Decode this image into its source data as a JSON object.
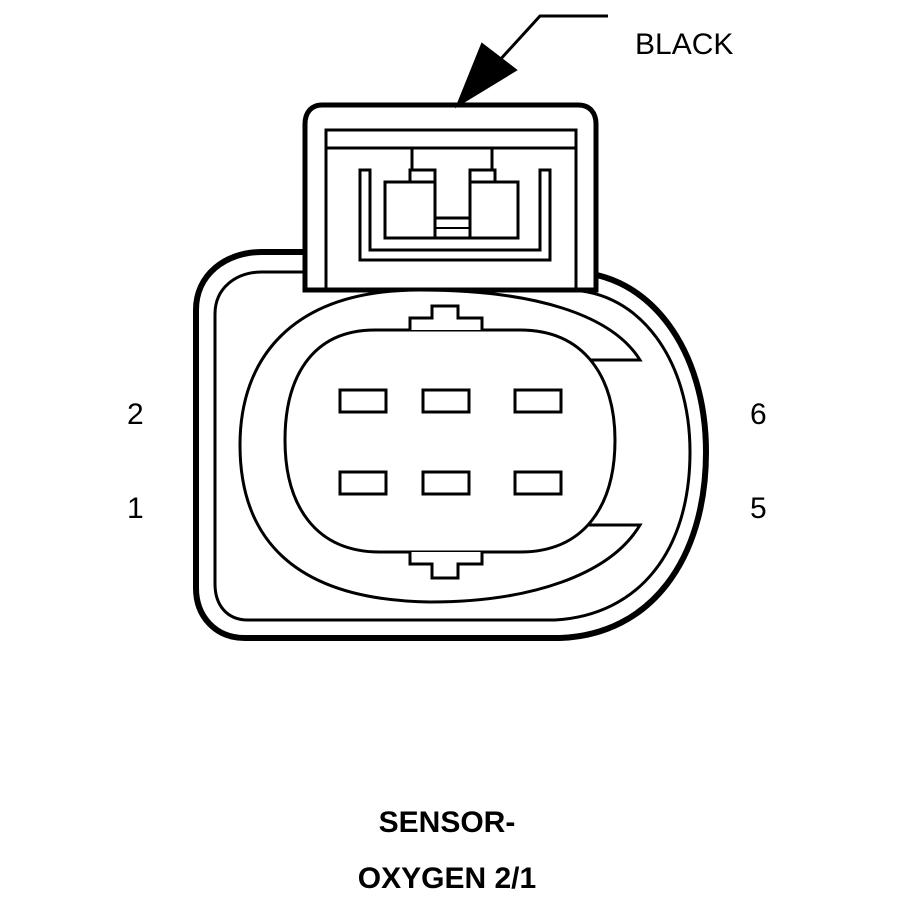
{
  "connector": {
    "color_callout": "BLACK",
    "pins": [
      {
        "id": "pin-1",
        "label": "1"
      },
      {
        "id": "pin-2",
        "label": "2"
      },
      {
        "id": "pin-5",
        "label": "5"
      },
      {
        "id": "pin-6",
        "label": "6"
      }
    ]
  },
  "caption": {
    "line1": "SENSOR-",
    "line2": "OXYGEN 2/1"
  }
}
